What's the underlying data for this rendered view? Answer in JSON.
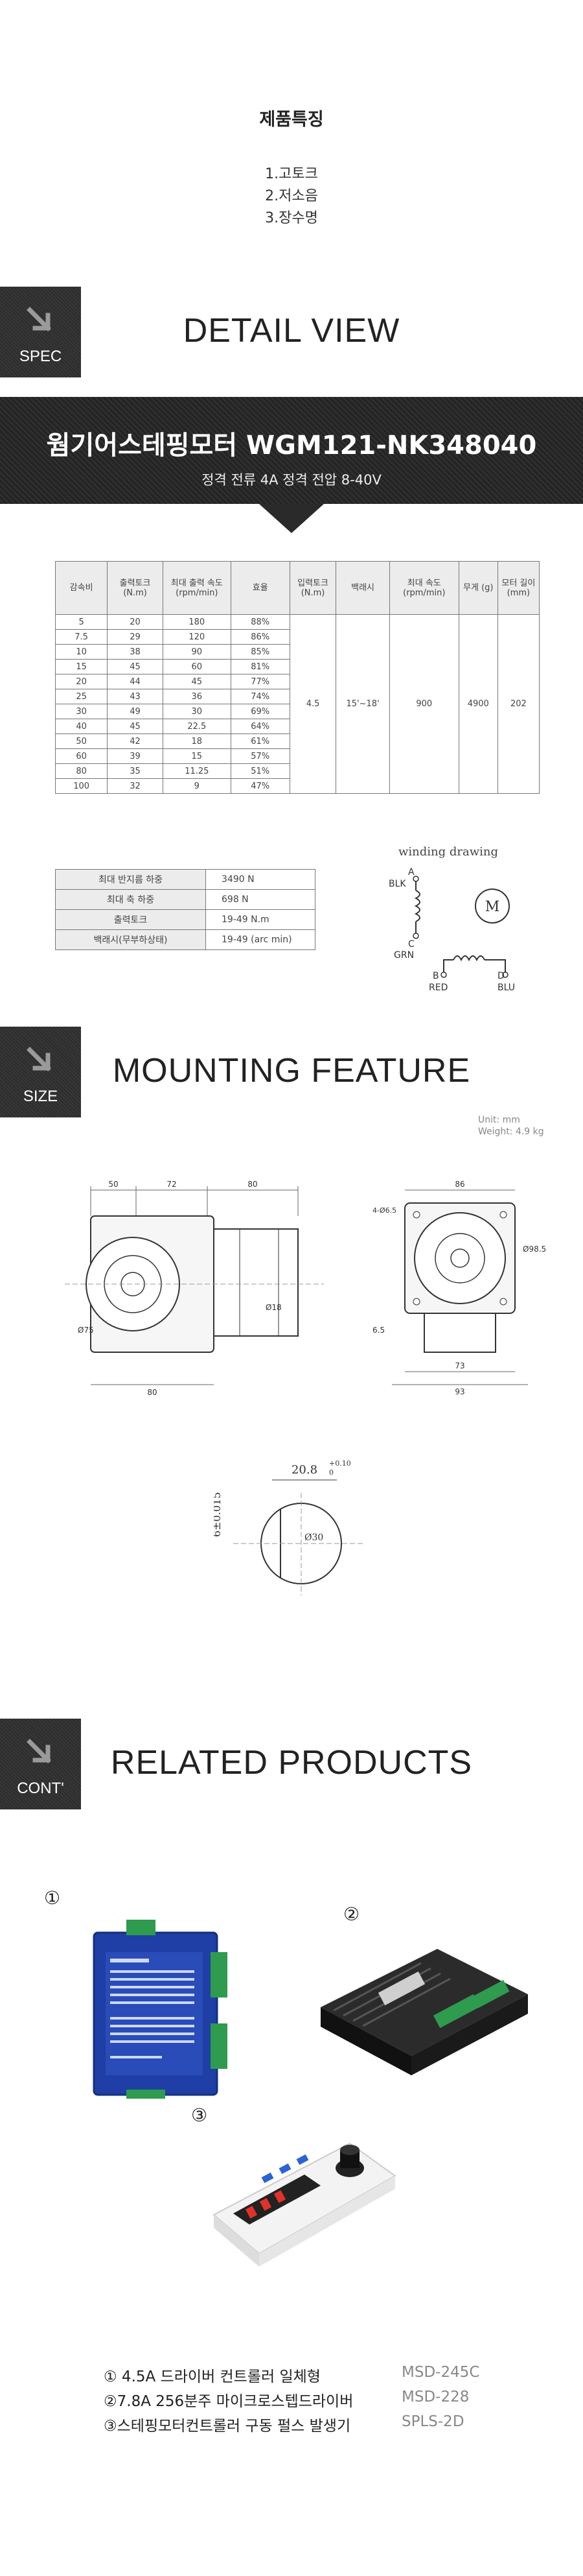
{
  "features": {
    "title": "제품특징",
    "items": [
      "1.고토크",
      "2.저소음",
      "3.장수명"
    ]
  },
  "sections": {
    "spec": {
      "tag": "SPEC",
      "title": "DETAIL VIEW"
    },
    "size": {
      "tag": "SIZE",
      "title": "MOUNTING FEATURE"
    },
    "cont": {
      "tag": "CONT'",
      "title": "RELATED PRODUCTS"
    }
  },
  "banner": {
    "title": "웜기어스테핑모터 WGM121-NK348040",
    "subtitle": "정격 전류 4A  정격 전압 8-40V"
  },
  "spec_table": {
    "headers": [
      "감속비",
      "출력토크 (N.m)",
      "최대 출력 속도 (rpm/min)",
      "효율",
      "입력토크 (N.m)",
      "백래시",
      "최대 속도 (rpm/min)",
      "무게 (g)",
      "모터 길이 (mm)"
    ],
    "rows": [
      [
        "5",
        "20",
        "180",
        "88%"
      ],
      [
        "7.5",
        "29",
        "120",
        "86%"
      ],
      [
        "10",
        "38",
        "90",
        "85%"
      ],
      [
        "15",
        "45",
        "60",
        "81%"
      ],
      [
        "20",
        "44",
        "45",
        "77%"
      ],
      [
        "25",
        "43",
        "36",
        "74%"
      ],
      [
        "30",
        "49",
        "30",
        "69%"
      ],
      [
        "40",
        "45",
        "22.5",
        "64%"
      ],
      [
        "50",
        "42",
        "18",
        "61%"
      ],
      [
        "60",
        "39",
        "15",
        "57%"
      ],
      [
        "80",
        "35",
        "11.25",
        "51%"
      ],
      [
        "100",
        "32",
        "9",
        "47%"
      ]
    ],
    "shared": {
      "input_torque": "4.5",
      "backlash": "15'~18'",
      "max_speed": "900",
      "weight": "4900",
      "motor_length": "202"
    }
  },
  "extra_table": [
    {
      "key": "최대 반지름 하중",
      "value": "3490 N"
    },
    {
      "key": "최대 축 하중",
      "value": "698 N"
    },
    {
      "key": "출력토크",
      "value": "19-49 N.m"
    },
    {
      "key": "백래시(무부하상태)",
      "value": "19-49  (arc min)"
    }
  ],
  "winding": {
    "title": "winding drawing",
    "motor_label": "M",
    "a": "A",
    "blk": "BLK",
    "c": "C",
    "grn": "GRN",
    "b": "B",
    "red": "RED",
    "d": "D",
    "blu": "BLU"
  },
  "mounting": {
    "unit": "Unit: mm",
    "weight": "Weight: 4.9 kg",
    "dims_front": [
      "50",
      "72",
      "80",
      "Ø75",
      "Ø18",
      "80"
    ],
    "dims_side": [
      "86",
      "Ø98.5",
      "73",
      "93",
      "6.5",
      "4-Ø6.5"
    ],
    "shaft_dim1": "20.8",
    "shaft_tol1": "+0.10",
    "shaft_tol2": "0",
    "shaft_dim2": "6±0.015",
    "shaft_dia": "Ø30"
  },
  "products": {
    "numbers": [
      "①",
      "②",
      "③"
    ],
    "list": [
      {
        "name": "① 4.5A 드라이버 컨트롤러 일체형",
        "model": "MSD-245C"
      },
      {
        "name": "②7.8A 256분주 마이크로스텝드라이버",
        "model": "MSD-228"
      },
      {
        "name": "③스테핑모터컨트롤러 구동 펄스 발생기",
        "model": "SPLS-2D"
      }
    ]
  },
  "colors": {
    "banner_bg": "#2a2a2a",
    "driver_blue": "#1f3fa6",
    "driver_black": "#1e1e1e",
    "terminal_green": "#2e9b4f",
    "display_red": "#e0322a"
  }
}
